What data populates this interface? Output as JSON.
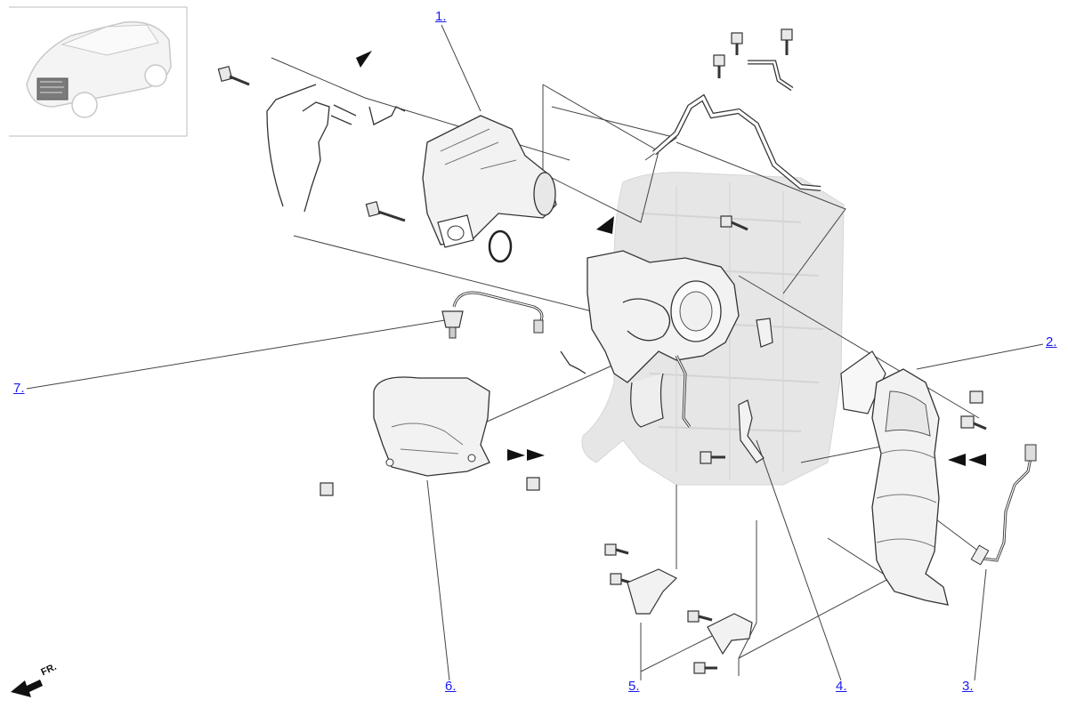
{
  "diagram": {
    "direction_label": "FR.",
    "callouts": [
      {
        "id": "1",
        "text": "1."
      },
      {
        "id": "2",
        "text": "2."
      },
      {
        "id": "3",
        "text": "3."
      },
      {
        "id": "4",
        "text": "4."
      },
      {
        "id": "5",
        "text": "5."
      },
      {
        "id": "6",
        "text": "6."
      },
      {
        "id": "7",
        "text": "7."
      }
    ],
    "colors": {
      "callout_link": "#1a1aee",
      "line": "#333333",
      "engine_silhouette": "#e4e4e4",
      "part_fill": "#f2f2f2"
    },
    "icons": [
      "vehicle-locator-thumbnail",
      "front-direction-arrow",
      "view-direction-arrow"
    ]
  }
}
